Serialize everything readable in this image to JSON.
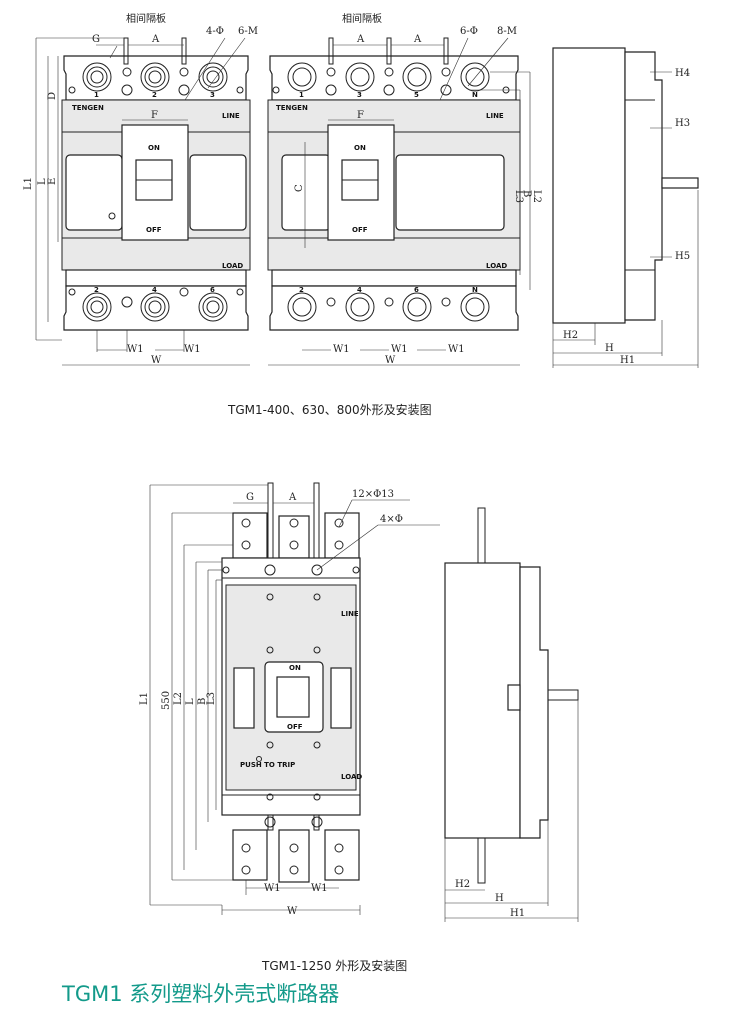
{
  "top_3pole": {
    "partition_label": "相间隔板",
    "dims": {
      "G": "G",
      "A": "A",
      "hole": "4-Φ",
      "screw": "6-M",
      "F": "F",
      "D": "D",
      "L1": "L1",
      "L": "L",
      "E": "E",
      "W1": "W1",
      "W": "W"
    },
    "brand": "TENGEN",
    "line": "LINE",
    "load": "LOAD",
    "on": "ON",
    "off": "OFF",
    "line_poles": [
      "1",
      "2",
      "3"
    ],
    "load_poles": [
      "2",
      "4",
      "6"
    ]
  },
  "top_4pole": {
    "partition_label": "相间隔板",
    "dims": {
      "A1": "A",
      "A2": "A",
      "hole": "6-Φ",
      "screw": "8-M",
      "F": "F",
      "C": "C",
      "L3": "L3",
      "B": "B",
      "L2": "L2",
      "W1": "W1",
      "W": "W"
    },
    "brand": "TENGEN",
    "line": "LINE",
    "load": "LOAD",
    "on": "ON",
    "off": "OFF",
    "line_poles": [
      "1",
      "3",
      "5",
      "N"
    ],
    "load_poles": [
      "2",
      "4",
      "6",
      "N"
    ]
  },
  "top_side": {
    "dims": {
      "H4": "H4",
      "H3": "H3",
      "H5": "H5",
      "H2": "H2",
      "H": "H",
      "H1": "H1"
    }
  },
  "caption_top": "TGM1-400、630、800外形及安装图",
  "bottom_front": {
    "dims": {
      "G": "G",
      "A": "A",
      "holes13": "12×Φ13",
      "holes": "4×Φ",
      "L1": "L1",
      "d550": "550",
      "L2": "L2",
      "L": "L",
      "B": "B",
      "L3": "L3",
      "W1a": "W1",
      "W1b": "W1",
      "W": "W"
    },
    "line": "LINE",
    "load": "LOAD",
    "on": "ON",
    "off": "OFF",
    "push": "PUSH TO TRIP"
  },
  "bottom_side": {
    "dims": {
      "H2": "H2",
      "H": "H",
      "H1": "H1"
    }
  },
  "caption_bottom": "TGM1-1250 外形及安装图",
  "page_title": "TGM1 系列塑料外壳式断路器",
  "colors": {
    "title": "#139a8a",
    "line": "#222222",
    "cover": "#e9e9e9"
  }
}
